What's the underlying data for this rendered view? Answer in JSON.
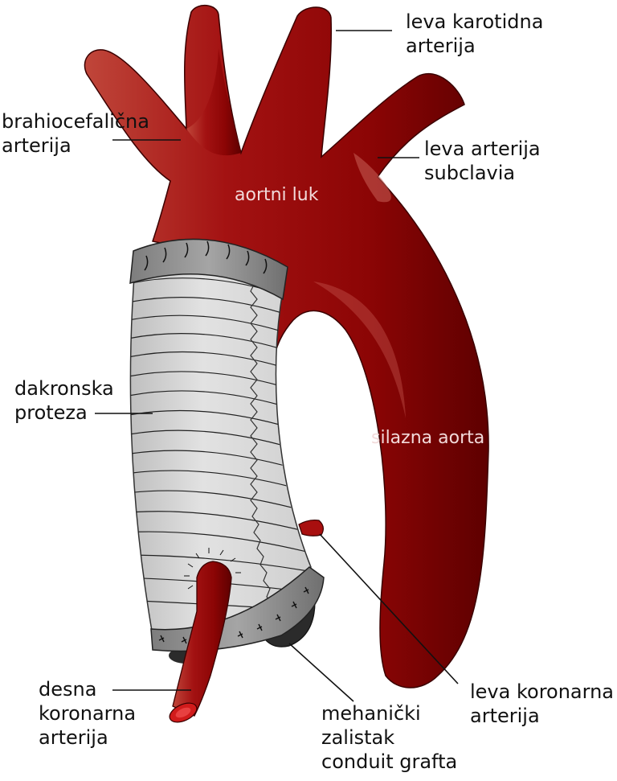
{
  "labels": {
    "left_carotid": [
      "leva karotidna",
      "arterija"
    ],
    "brachiocephalic": [
      "brahiocefalična",
      "arterija"
    ],
    "left_subclavian": [
      "leva arterija",
      "subclavia"
    ],
    "aortic_arch": "aortni luk",
    "dacron_graft": [
      "dakronska",
      "proteza"
    ],
    "descending_aorta": "silazna aorta",
    "left_coronary": [
      "leva koronarna",
      "arterija"
    ],
    "right_coronary": [
      "desna",
      "koronarna",
      "arterija"
    ],
    "mechanical_valve": [
      "mehanički",
      "zalistak",
      "conduit grafta"
    ]
  },
  "colors": {
    "aorta_dark": "#6e0000",
    "aorta_mid": "#9e0b0b",
    "aorta_light": "#b84a3e",
    "graft": "#d4d4d4",
    "cuff": "#8a8a8a",
    "valve": "#2a2a2a"
  }
}
